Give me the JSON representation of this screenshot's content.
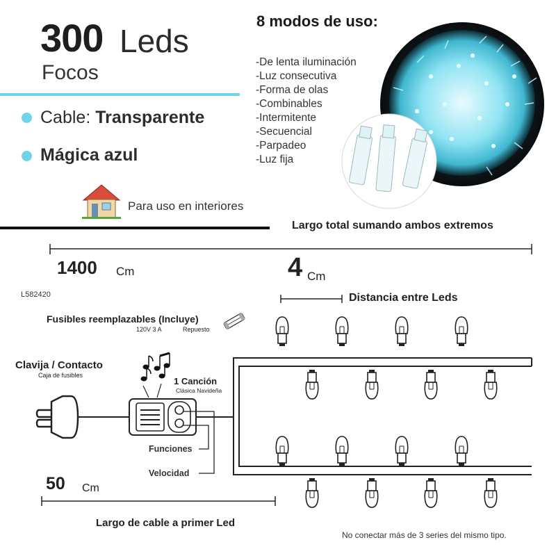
{
  "header": {
    "led_count": "300",
    "led_word": "Leds",
    "subtitle": "Focos"
  },
  "specs": {
    "cable_label": "Cable: ",
    "cable_value": "Transparente",
    "color_value": "Mágica azul",
    "indoor": "Para uso en interiores"
  },
  "modes": {
    "title": "8 modos de uso:",
    "items": [
      "-De lenta iluminación",
      "-Luz consecutiva",
      "-Forma de olas",
      "-Combinables",
      "-Intermitente",
      "-Secuencial",
      "-Parpadeo",
      "-Luz fija"
    ]
  },
  "dimensions": {
    "total_label": "Largo total sumando ambos extremos",
    "total_value": "1400",
    "total_unit": "Cm",
    "spacing_value": "4",
    "spacing_unit": "Cm",
    "spacing_label": "Distancia entre Leds",
    "lead_value": "50",
    "lead_unit": "Cm",
    "lead_label": "Largo de cable a primer Led"
  },
  "product": {
    "sku": "L582420"
  },
  "diagram": {
    "fuses_label": "Fusibles reemplazables (Incluye)",
    "fuses_rating": "120V 3 A",
    "fuses_spare": "Repuesto",
    "plug_label": "Clavija / Contacto",
    "plug_sub": "Caja de fusibles",
    "song_label": "1 Canción",
    "song_sub": "Clásica Navideña",
    "functions_label": "Funciones",
    "speed_label": "Velocidad"
  },
  "footer": {
    "note": "No conectar más de 3 series del mismo tipo."
  },
  "colors": {
    "accent": "#6fd3ea",
    "led_glow": "#7fe0ee"
  }
}
